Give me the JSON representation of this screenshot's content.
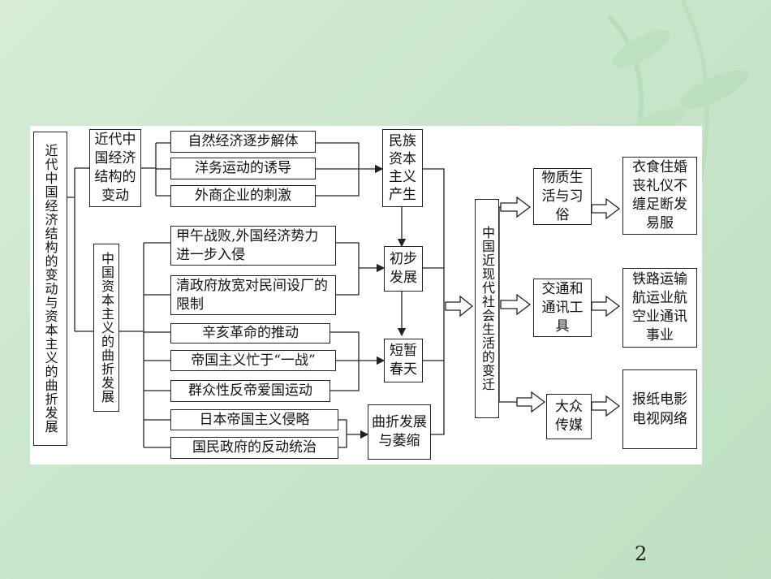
{
  "diagram": {
    "root": "近代中国经济结构的变动与资本主义的曲折发展",
    "branch1": "近代中国经济结构的变动",
    "branch1_items": [
      "自然经济逐步解体",
      "洋务运动的诱导",
      "外商企业的刺激"
    ],
    "result1": "民族资本主义产生",
    "branch2": "中国资本主义的曲折发展",
    "group_a": [
      "甲午战败,外国经济势力进一步入侵",
      "清政府放宽对民间设厂的限制"
    ],
    "stage_a": "初步发展",
    "group_b": [
      "辛亥革命的推动",
      "帝国主义忙于“一战”",
      "群众性反帝爱国运动"
    ],
    "stage_b": "短暂春天",
    "group_c": [
      "日本帝国主义侵略",
      "国民政府的反动统治"
    ],
    "stage_c": "曲折发展与萎缩",
    "center": "中国近现代社会生活的变迁",
    "aspects": [
      {
        "label": "物质生活与习俗",
        "detail": "衣食住婚丧礼仪不缠足断发易服"
      },
      {
        "label": "交通和通讯工具",
        "detail": "铁路运输航运业航空业通讯事业"
      },
      {
        "label": "大众传媒",
        "detail": "报纸电影电视网络"
      }
    ]
  },
  "page_number": "2"
}
